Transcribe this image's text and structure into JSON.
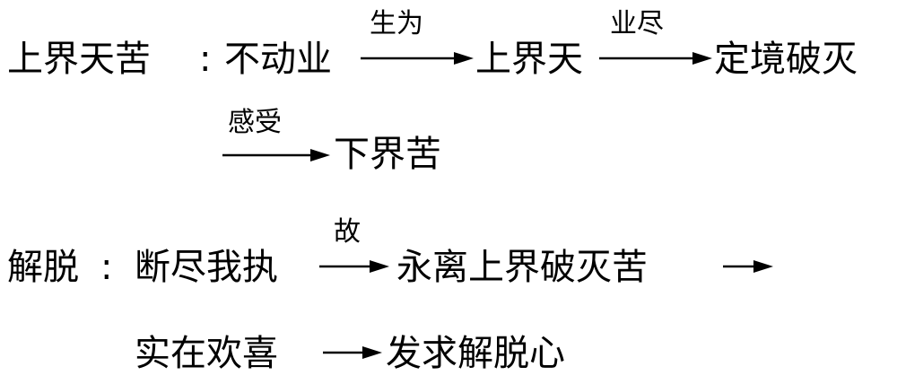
{
  "line1": {
    "term": "上界天苦",
    "colon": ":",
    "cause": "不动业",
    "arrow1_label": "生为",
    "state": "上界天",
    "arrow2_label": "业尽",
    "result": "定境破灭"
  },
  "line2": {
    "arrow_label": "感受",
    "result": "下界苦"
  },
  "line3": {
    "term": "解脱",
    "colon": ":",
    "cause": "断尽我执",
    "arrow_label": "故",
    "result": "永离上界破灭苦"
  },
  "line4": {
    "first": "实在欢喜",
    "second": "发求解脱心"
  }
}
